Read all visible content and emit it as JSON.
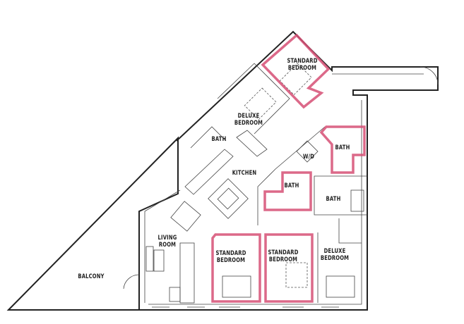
{
  "colors": {
    "highlight": "#d64f74",
    "wall": "#222222"
  },
  "rooms": {
    "standard_bedroom_top": [
      "STANDARD",
      "BEDROOM"
    ],
    "deluxe_bedroom_top": [
      "DELUXE",
      "BEDROOM"
    ],
    "bath_left": "BATH",
    "kitchen": "KITCHEN",
    "wd": "W/D",
    "bath_highlight_right": "BATH",
    "bath_highlight_center": "BATH",
    "bath_center_right": "BATH",
    "living_room": [
      "LIVING",
      "ROOM"
    ],
    "standard_bedroom_left": [
      "STANDARD",
      "BEDROOM"
    ],
    "standard_bedroom_right": [
      "STANDARD",
      "BEDROOM"
    ],
    "deluxe_bedroom_bottom": [
      "DELUXE",
      "BEDROOM"
    ],
    "balcony": "BALCONY"
  }
}
